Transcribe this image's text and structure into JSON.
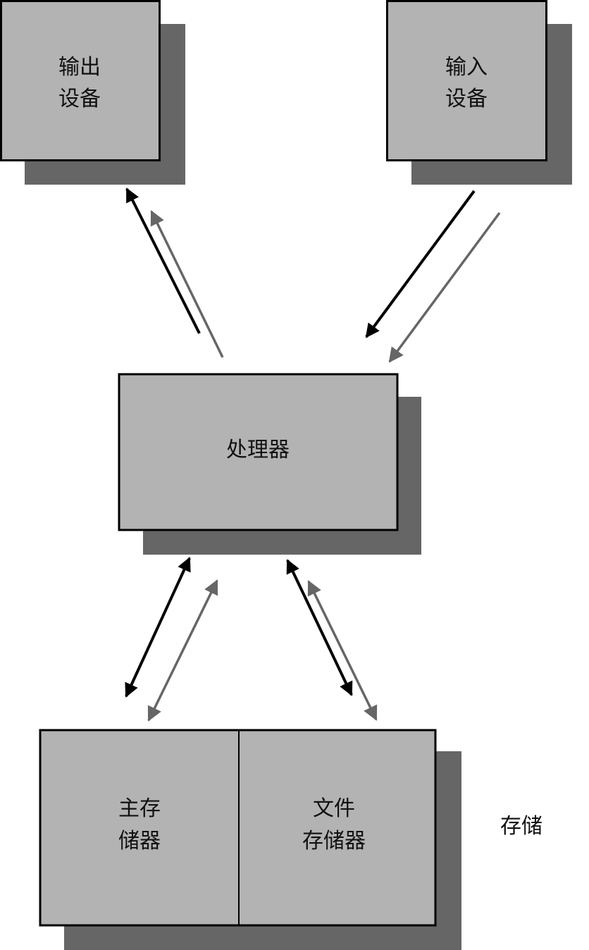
{
  "nodes": {
    "output_device": {
      "line1": "输出",
      "line2": "设备"
    },
    "input_device": {
      "line1": "输入",
      "line2": "设备"
    },
    "processor": {
      "label": "处理器"
    },
    "main_memory": {
      "line1": "主存",
      "line2": "储器"
    },
    "file_storage": {
      "line1": "文件",
      "line2": "存储器"
    },
    "storage_group": {
      "label": "存储"
    }
  },
  "colors": {
    "box_fill": "#b3b3b3",
    "shadow": "#666666",
    "arrow_primary": "#000000",
    "arrow_secondary": "#666666"
  }
}
